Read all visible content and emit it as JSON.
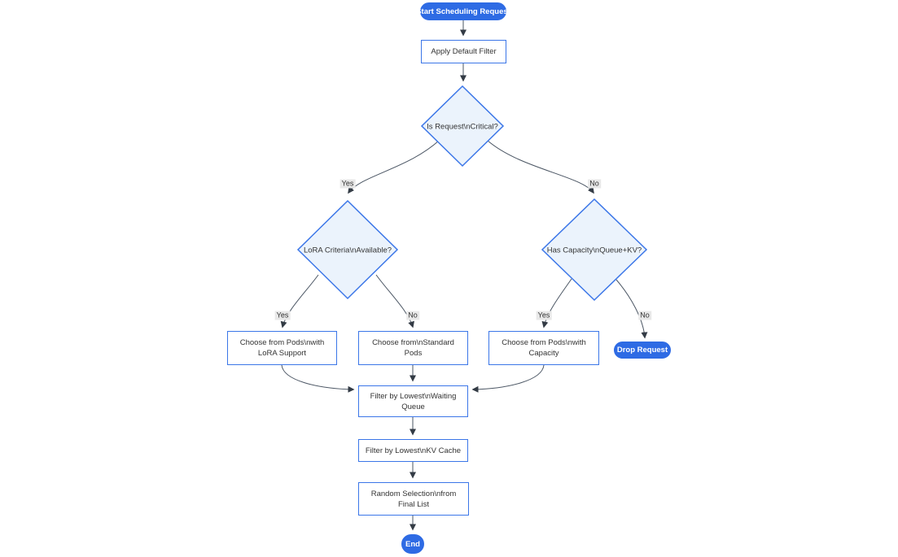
{
  "diagram": {
    "type": "flowchart",
    "direction": "top-down",
    "nodes": [
      {
        "id": "start",
        "shape": "stadium",
        "label": "Start Scheduling Request",
        "lines": [
          "Start Scheduling Request"
        ]
      },
      {
        "id": "apply_filter",
        "shape": "rect",
        "label": "Apply Default Filter",
        "lines": [
          "Apply Default Filter"
        ]
      },
      {
        "id": "is_critical",
        "shape": "diamond",
        "label": "Is Request\\nCritical?",
        "lines": [
          "Is Request\\nCritical?"
        ]
      },
      {
        "id": "lora_criteria",
        "shape": "diamond",
        "label": "LoRA Criteria\\nAvailable?",
        "lines": [
          "LoRA Criteria\\nAvailable?"
        ]
      },
      {
        "id": "has_capacity",
        "shape": "diamond",
        "label": "Has Capacity\\nQueue+KV?",
        "lines": [
          "Has Capacity\\nQueue+KV?"
        ]
      },
      {
        "id": "choose_lora",
        "shape": "rect",
        "label": "Choose from Pods\\nwith LoRA Support",
        "lines": [
          "Choose from Pods\\nwith",
          "LoRA Support"
        ]
      },
      {
        "id": "choose_standard",
        "shape": "rect",
        "label": "Choose from\\nStandard Pods",
        "lines": [
          "Choose from\\nStandard",
          "Pods"
        ]
      },
      {
        "id": "choose_capacity",
        "shape": "rect",
        "label": "Choose from Pods\\nwith Capacity",
        "lines": [
          "Choose from Pods\\nwith",
          "Capacity"
        ]
      },
      {
        "id": "drop_request",
        "shape": "stadium",
        "label": "Drop Request",
        "lines": [
          "Drop Request"
        ]
      },
      {
        "id": "filter_queue",
        "shape": "rect",
        "label": "Filter by Lowest\\nWaiting Queue",
        "lines": [
          "Filter by Lowest\\nWaiting",
          "Queue"
        ]
      },
      {
        "id": "filter_kv",
        "shape": "rect",
        "label": "Filter by Lowest\\nKV Cache",
        "lines": [
          "Filter by Lowest\\nKV Cache"
        ]
      },
      {
        "id": "random_selection",
        "shape": "rect",
        "label": "Random Selection\\nfrom Final List",
        "lines": [
          "Random Selection\\nfrom",
          "Final List"
        ]
      },
      {
        "id": "end",
        "shape": "stadium",
        "label": "End",
        "lines": [
          "End"
        ]
      }
    ],
    "edges": [
      {
        "from": "start",
        "to": "apply_filter",
        "label": ""
      },
      {
        "from": "apply_filter",
        "to": "is_critical",
        "label": ""
      },
      {
        "from": "is_critical",
        "to": "lora_criteria",
        "label": "Yes"
      },
      {
        "from": "is_critical",
        "to": "has_capacity",
        "label": "No"
      },
      {
        "from": "lora_criteria",
        "to": "choose_lora",
        "label": "Yes"
      },
      {
        "from": "lora_criteria",
        "to": "choose_standard",
        "label": "No"
      },
      {
        "from": "has_capacity",
        "to": "choose_capacity",
        "label": "Yes"
      },
      {
        "from": "has_capacity",
        "to": "drop_request",
        "label": "No"
      },
      {
        "from": "choose_lora",
        "to": "filter_queue",
        "label": ""
      },
      {
        "from": "choose_standard",
        "to": "filter_queue",
        "label": ""
      },
      {
        "from": "choose_capacity",
        "to": "filter_queue",
        "label": ""
      },
      {
        "from": "filter_queue",
        "to": "filter_kv",
        "label": ""
      },
      {
        "from": "filter_kv",
        "to": "random_selection",
        "label": ""
      },
      {
        "from": "random_selection",
        "to": "end",
        "label": ""
      }
    ],
    "edge_labels": {
      "crit_yes": "Yes",
      "crit_no": "No",
      "lora_yes": "Yes",
      "lora_no": "No",
      "cap_yes": "Yes",
      "cap_no": "No"
    }
  },
  "colors": {
    "pill_fill": "#2e6be4",
    "pill_text": "#ffffff",
    "node_border": "#3b76e8",
    "node_fill": "#ffffff",
    "diamond_fill": "#ebf3fc",
    "edge_stroke": "#4a5563",
    "arrowhead": "#333b45",
    "text": "#333333",
    "edge_label_bg": "#e8e8e8"
  }
}
